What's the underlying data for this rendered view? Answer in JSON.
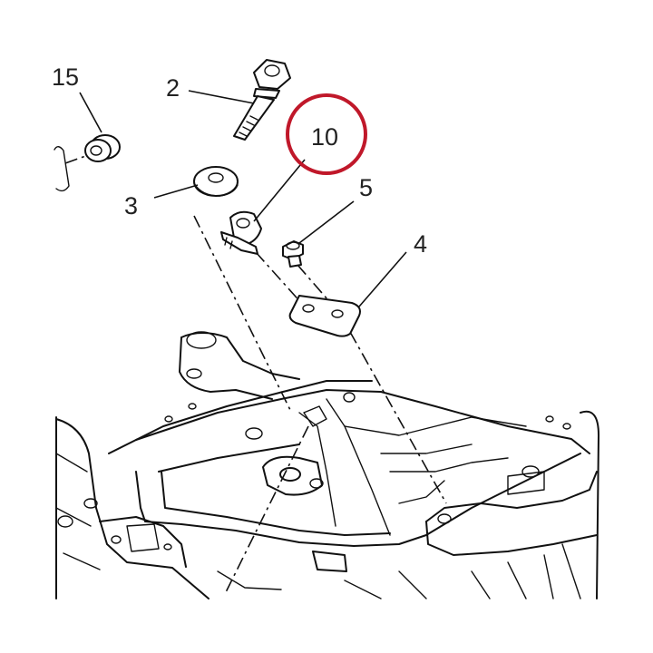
{
  "diagram": {
    "callouts": [
      {
        "id": "15",
        "label": "15"
      },
      {
        "id": "2",
        "label": "2"
      },
      {
        "id": "10",
        "label": "10"
      },
      {
        "id": "5",
        "label": "5"
      },
      {
        "id": "3",
        "label": "3"
      },
      {
        "id": "4",
        "label": "4"
      }
    ],
    "highlighted_callout": "10",
    "highlight_color": "#c0182a",
    "line_color": "#111111"
  }
}
